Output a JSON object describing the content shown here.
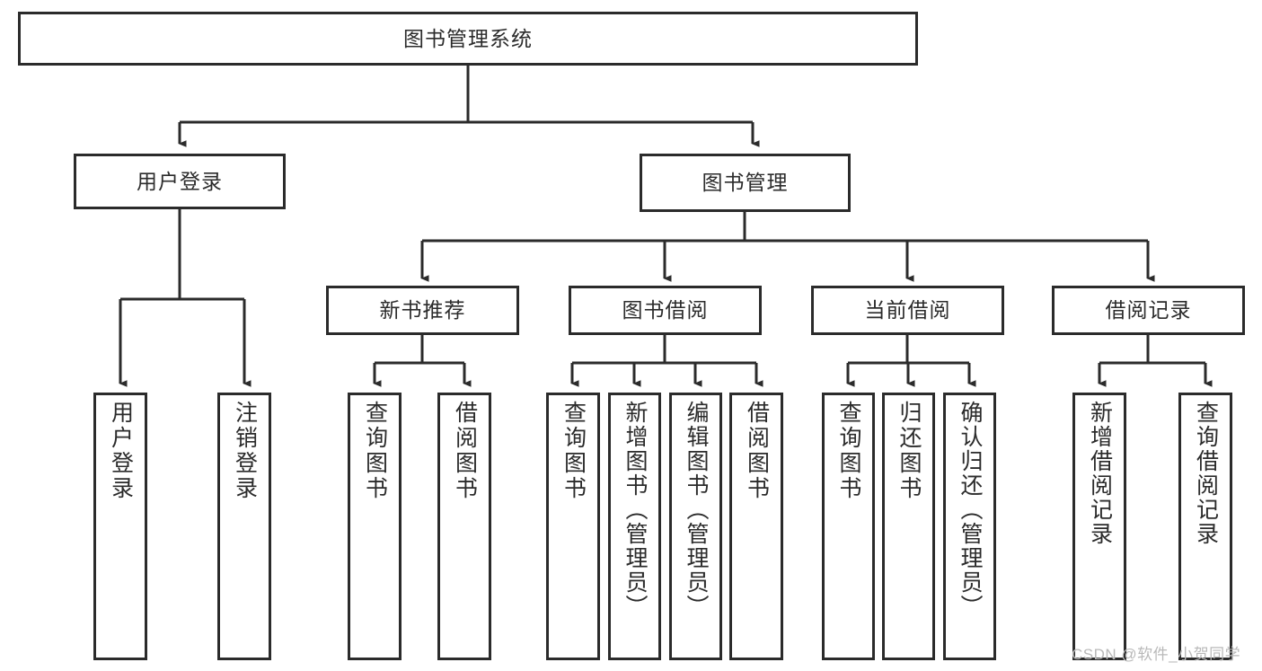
{
  "diagram": {
    "type": "tree-hierarchy",
    "title": "图书管理系统",
    "watermark": "CSDN @软件_小贺同学",
    "colors": {
      "stroke": "#2b2b2b",
      "fill": "#ffffff",
      "background": "#ffffff",
      "watermark": "#b9b9b9"
    },
    "nodes": {
      "root": {
        "label": "图书管理系统",
        "level": 1
      },
      "l2": [
        {
          "id": "user-login",
          "label": "用户登录",
          "level": 2
        },
        {
          "id": "book-manage",
          "label": "图书管理",
          "level": 2
        }
      ],
      "l3": [
        {
          "id": "new-book-recommend",
          "label": "新书推荐",
          "level": 3
        },
        {
          "id": "book-borrow",
          "label": "图书借阅",
          "level": 3
        },
        {
          "id": "current-borrow",
          "label": "当前借阅",
          "level": 3
        },
        {
          "id": "borrow-record",
          "label": "借阅记录",
          "level": 3
        }
      ],
      "leaves": [
        {
          "id": "leaf-user-login",
          "label": "用户登录",
          "parent": "user-login"
        },
        {
          "id": "leaf-logout-login",
          "label": "注销登录",
          "parent": "user-login"
        },
        {
          "id": "leaf-query-book-1",
          "label": "查询图书",
          "parent": "new-book-recommend"
        },
        {
          "id": "leaf-borrow-book-1",
          "label": "借阅图书",
          "parent": "new-book-recommend"
        },
        {
          "id": "leaf-query-book-2",
          "label": "查询图书",
          "parent": "book-borrow"
        },
        {
          "id": "leaf-add-book",
          "label": "新增图书（管理员）",
          "parent": "book-borrow"
        },
        {
          "id": "leaf-edit-book",
          "label": "编辑图书（管理员）",
          "parent": "book-borrow"
        },
        {
          "id": "leaf-borrow-book-2",
          "label": "借阅图书",
          "parent": "book-borrow"
        },
        {
          "id": "leaf-query-book-3",
          "label": "查询图书",
          "parent": "current-borrow"
        },
        {
          "id": "leaf-return-book",
          "label": "归还图书",
          "parent": "current-borrow"
        },
        {
          "id": "leaf-confirm-return",
          "label": "确认归还（管理员）",
          "parent": "current-borrow"
        },
        {
          "id": "leaf-add-record",
          "label": "新增借阅记录",
          "parent": "borrow-record"
        },
        {
          "id": "leaf-query-record",
          "label": "查询借阅记录",
          "parent": "borrow-record"
        }
      ]
    }
  }
}
